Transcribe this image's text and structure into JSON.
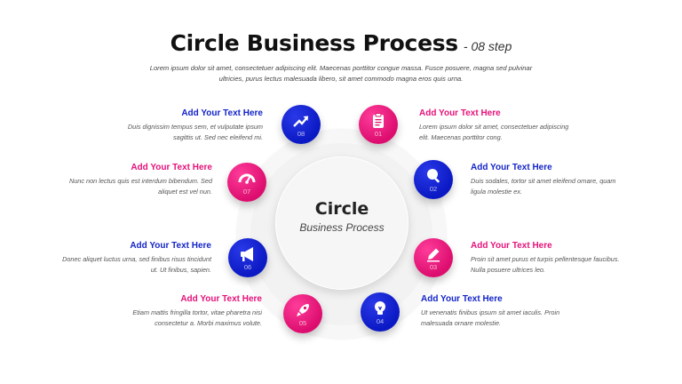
{
  "header": {
    "title": "Circle Business Process",
    "subtitle": "- 08 step",
    "description": "Lorem ipsum dolor sit amet, consectetuer adipiscing elit. Maecenas porttitor congue massa. Fusce posuere, magna sed pulvinar ultricies, purus lectus malesuada libero, sit amet commodo magna eros quis urna."
  },
  "center": {
    "title": "Circle",
    "subtitle": "Business Process"
  },
  "colors": {
    "pink": "#e5127a",
    "blue": "#1424c8"
  },
  "steps": [
    {
      "number": "01",
      "heading": "Add Your Text Here",
      "text": "Lorem ipsum dolor sit amet, consectetuer adipiscing elit. Maecenas porttitor cong.",
      "icon": "clipboard-icon",
      "color": "pink"
    },
    {
      "number": "02",
      "heading": "Add Your Text Here",
      "text": "Duis sodales, tortor sit amet eleifend ornare, quam ligula molestie ex.",
      "icon": "search-icon",
      "color": "blue"
    },
    {
      "number": "03",
      "heading": "Add Your Text Here",
      "text": "Proin sit amet purus et turpis pellentesque faucibus. Nulla posuere ultrices leo.",
      "icon": "pencil-icon",
      "color": "pink"
    },
    {
      "number": "04",
      "heading": "Add Your Text Here",
      "text": "Ut venenatis finibus ipsum sit amet iaculis. Proin malesuada ornare molestie.",
      "icon": "lightbulb-icon",
      "color": "blue"
    },
    {
      "number": "05",
      "heading": "Add Your Text Here",
      "text": "Etiam mattis fringilla tortor, vitae pharetra nisi consectetur a. Morbi maximus volute.",
      "icon": "rocket-icon",
      "color": "pink"
    },
    {
      "number": "06",
      "heading": "Add Your Text Here",
      "text": "Donec aliquet luctus urna, sed finibus risus tincidunt ut. Ut finibus, sapien.",
      "icon": "megaphone-icon",
      "color": "blue"
    },
    {
      "number": "07",
      "heading": "Add Your Text Here",
      "text": "Nunc non lectus quis est interdum bibendum. Sed aliquet est vel nun.",
      "icon": "gauge-icon",
      "color": "pink"
    },
    {
      "number": "08",
      "heading": "Add Your Text Here",
      "text": "Duis dignissim tempus sem, et vulputate ipsum sagittis ut. Sed nec eleifend mi.",
      "icon": "trend-up-icon",
      "color": "blue"
    }
  ]
}
